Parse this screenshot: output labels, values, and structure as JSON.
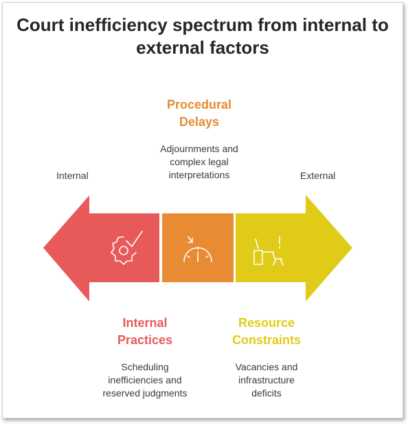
{
  "title": [
    "Court inefficiency spectrum from internal to",
    "external factors"
  ],
  "axis": {
    "left_label": "Internal",
    "right_label": "External"
  },
  "colors": {
    "red": "#e85a5a",
    "orange": "#e88b33",
    "yellow": "#e0cc18",
    "text": "#262626"
  },
  "segments": [
    {
      "id": "internal-practices",
      "icon": "gear-check-icon",
      "color": "#e85a5a",
      "heading": [
        "Internal",
        "Practices"
      ],
      "description": [
        "Scheduling",
        "inefficiencies and",
        "reserved judgments"
      ]
    },
    {
      "id": "procedural-delays",
      "icon": "speedometer-icon",
      "color": "#e88b33",
      "heading": [
        "Procedural",
        "Delays"
      ],
      "description": [
        "Adjournments and",
        "complex legal",
        "interpretations"
      ]
    },
    {
      "id": "resource-constraints",
      "icon": "empty-desk-icon",
      "color": "#e0cc18",
      "heading": [
        "Resource",
        "Constraints"
      ],
      "description": [
        "Vacancies and",
        "infrastructure",
        "deficits"
      ]
    }
  ]
}
